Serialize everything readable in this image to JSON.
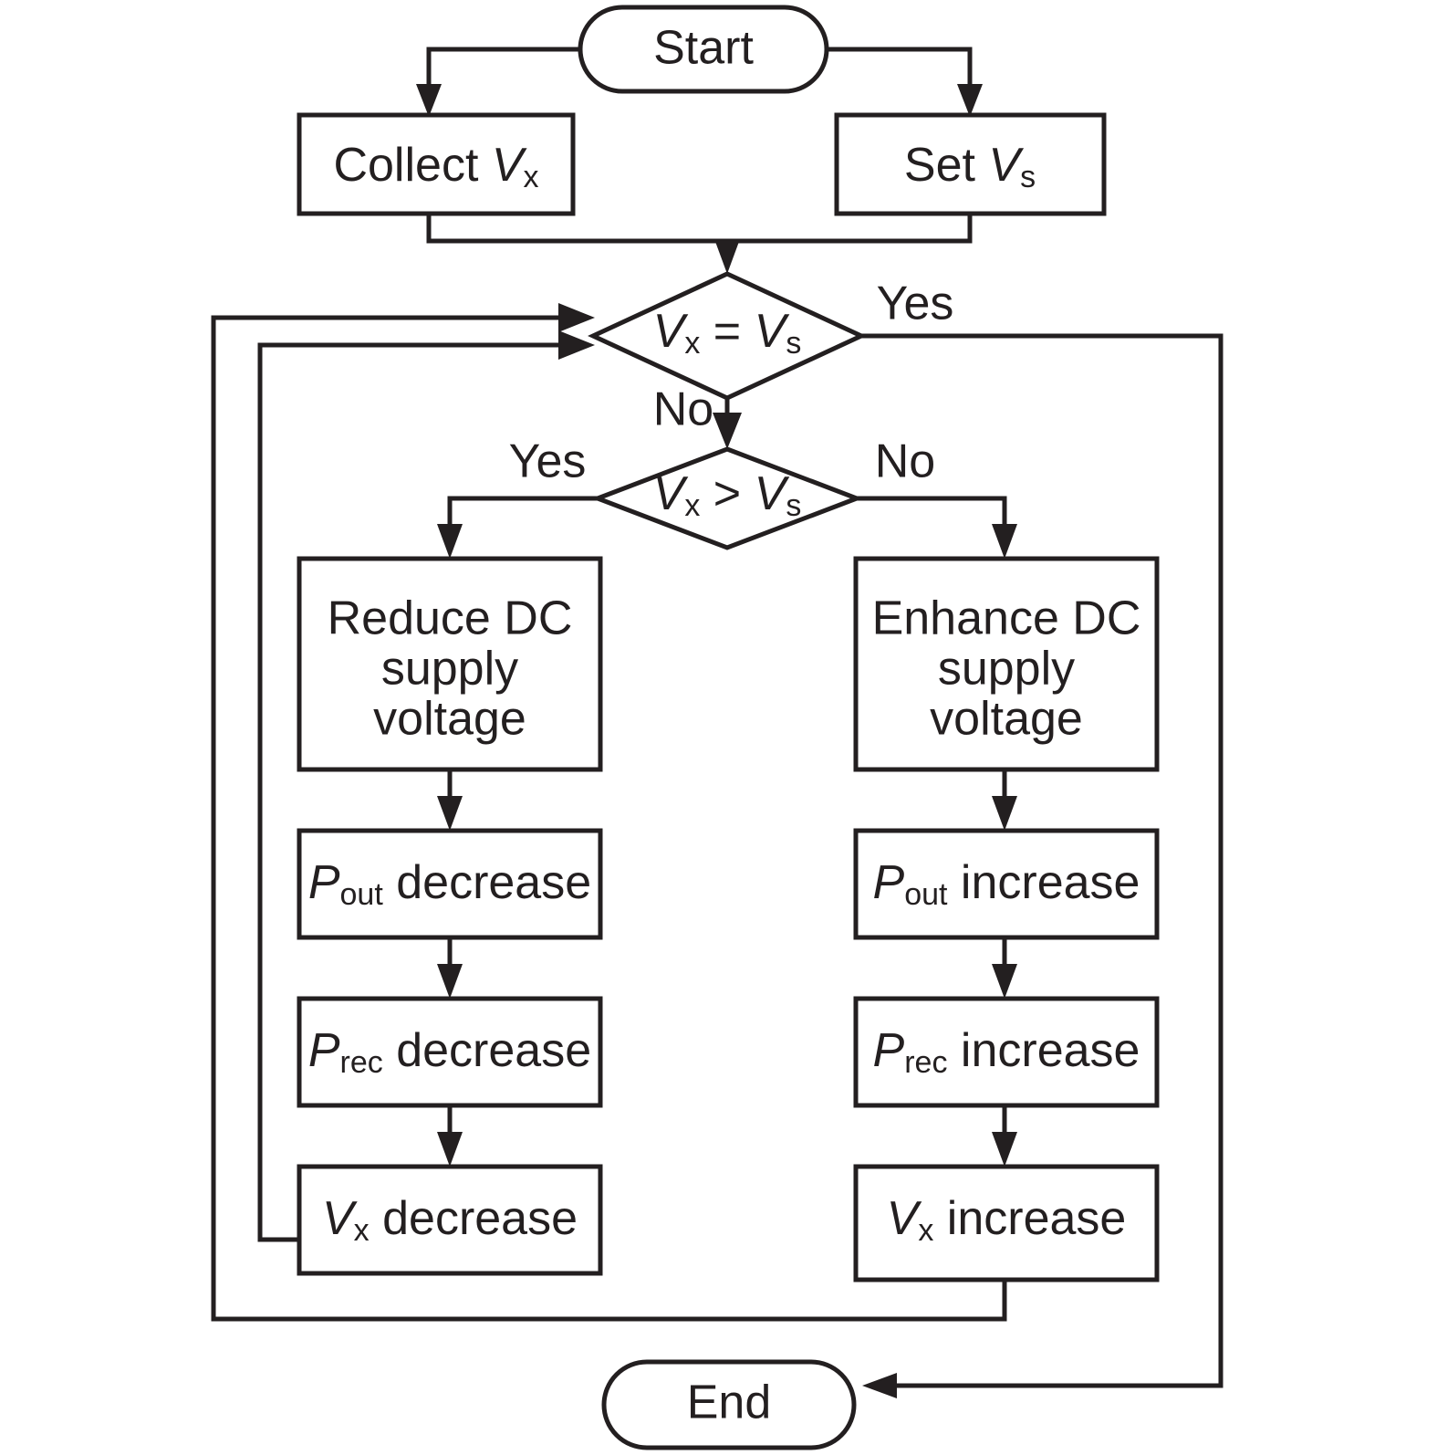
{
  "diagram": {
    "title": "MPPT DC supply voltage control flowchart",
    "background_color": "#ffffff",
    "line_color": "#231f20",
    "nodes": {
      "start": {
        "label": "Start",
        "shape": "terminator"
      },
      "collect_vx": {
        "label_prefix": "Collect ",
        "var": "V",
        "sub": "x",
        "shape": "process"
      },
      "set_vs": {
        "label_prefix": "Set ",
        "var": "V",
        "sub": "s",
        "shape": "process"
      },
      "decision_equal": {
        "lhs": "V",
        "lhs_sub": "x",
        "op": " = ",
        "rhs": "V",
        "rhs_sub": "s",
        "shape": "decision"
      },
      "decision_greater": {
        "lhs": "V",
        "lhs_sub": "x",
        "op": " > ",
        "rhs": "V",
        "rhs_sub": "s",
        "shape": "decision"
      },
      "reduce_dc": {
        "line1": "Reduce DC",
        "line2": "supply",
        "line3": "voltage",
        "shape": "process"
      },
      "enhance_dc": {
        "line1": "Enhance DC",
        "line2": "supply",
        "line3": "voltage",
        "shape": "process"
      },
      "pout_decrease": {
        "var": "P",
        "sub": "out",
        "suffix": " decrease",
        "shape": "process"
      },
      "prec_decrease": {
        "var": "P",
        "sub": "rec",
        "suffix": " decrease",
        "shape": "process"
      },
      "vx_decrease": {
        "var": "V",
        "sub": "x",
        "suffix": " decrease",
        "shape": "process"
      },
      "pout_increase": {
        "var": "P",
        "sub": "out",
        "suffix": " increase",
        "shape": "process"
      },
      "prec_increase": {
        "var": "P",
        "sub": "rec",
        "suffix": " increase",
        "shape": "process"
      },
      "vx_increase": {
        "var": "V",
        "sub": "x",
        "suffix": " increase",
        "shape": "process"
      },
      "end": {
        "label": "End",
        "shape": "terminator"
      }
    },
    "edge_labels": {
      "equal_yes": "Yes",
      "equal_no": "No",
      "greater_yes": "Yes",
      "greater_no": "No"
    }
  }
}
